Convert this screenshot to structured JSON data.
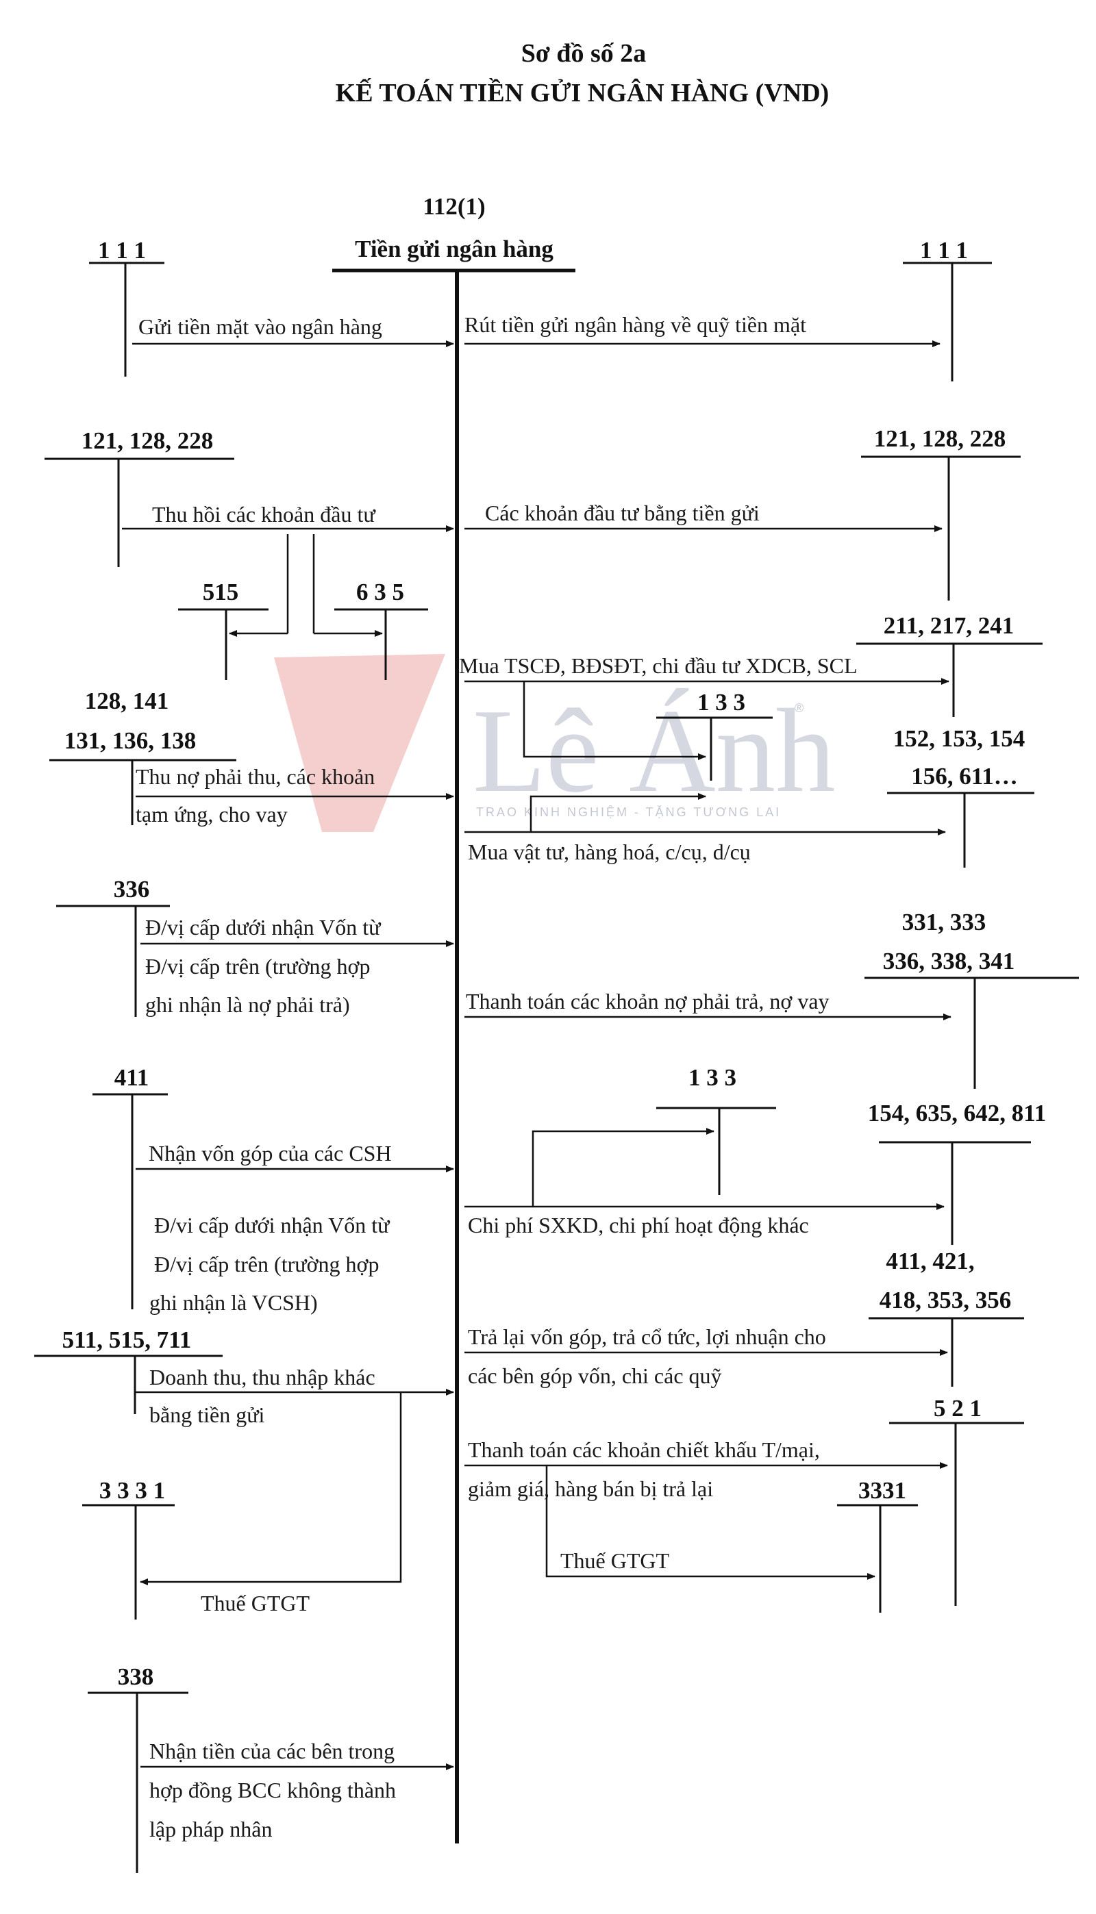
{
  "header": {
    "subtitle": "Sơ đồ số 2a",
    "title": "KẾ TOÁN TIỀN GỬI NGÂN HÀNG (VND)"
  },
  "central_account": {
    "code": "112(1)",
    "name": "Tiền gửi ngân hàng"
  },
  "accounts": {
    "a111_left": "1 1 1",
    "a111_right": "1 1 1",
    "a121_left": "121, 128, 228",
    "a121_right": "121, 128, 228",
    "a515": "515",
    "a635": "6 3 5",
    "a211": "211, 217, 241",
    "a128_141": "128, 141",
    "a131_136_138": "131, 136, 138",
    "a133_top": "1 3 3",
    "a152_153_154": "152, 153, 154",
    "a156_611": "156, 611…",
    "a336": "336",
    "a331_333": "331, 333",
    "a336_338_341": "336, 338, 341",
    "a411": "411",
    "a133_mid": "1 3 3",
    "a154_635_642_811": "154, 635, 642, 811",
    "a411_421": "411, 421,",
    "a418_353_356": "418, 353, 356",
    "a511_515_711": "511, 515, 711",
    "a521": "5 2 1",
    "a3331_left": "3 3 3 1",
    "a3331_right": "3331",
    "a338": "338"
  },
  "flows": {
    "f1": "Gửi tiền mặt vào ngân hàng",
    "f2": "Rút tiền gửi ngân hàng về quỹ tiền mặt",
    "f3": "Thu hồi các khoản đầu tư",
    "f4": "Các khoản đầu tư bằng tiền gửi",
    "f5": "Mua TSCĐ, BĐSĐT, chi đầu tư XDCB, SCL",
    "f6_l1": "Thu nợ phải thu, các khoản",
    "f6_l2": "tạm ứng, cho vay",
    "f7": "Mua vật tư, hàng hoá, c/cụ, d/cụ",
    "f8_l1": "Đ/vị cấp dưới nhận Vốn từ",
    "f8_l2": "Đ/vị cấp trên (trường hợp",
    "f8_l3": "ghi nhận là nợ phải trả)",
    "f9": "Thanh toán các khoản nợ phải trả, nợ vay",
    "f10": "Nhận vốn góp của các CSH",
    "f11": "Chi phí SXKD, chi phí hoạt động khác",
    "f12_l1": "Đ/vi cấp dưới nhận Vốn từ",
    "f12_l2": "Đ/vị cấp trên (trường hợp",
    "f12_l3": "ghi nhận là VCSH)",
    "f13_l1": "Trả lại vốn góp, trả cổ tức, lợi nhuận cho",
    "f13_l2": "các bên góp vốn, chi các quỹ",
    "f14_l1": "Doanh thu, thu nhập khác",
    "f14_l2": "bằng tiền gửi",
    "f15_l1": "Thanh toán các khoản chiết khấu T/mại,",
    "f15_l2": "giảm giá, hàng bán bị trả lại",
    "f16": "Thuế GTGT",
    "f17": "Thuế GTGT",
    "f18_l1": "Nhận tiền của các bên trong",
    "f18_l2": "hợp đồng BCC không thành",
    "f18_l3": "lập pháp nhân"
  },
  "watermark": {
    "brand": "Lê Ánh",
    "registered": "®",
    "slogan": "TRAO KINH NGHIỆM - TẶNG TƯƠNG LAI"
  },
  "colors": {
    "ink": "#111111",
    "watermark_red": "#d9534f",
    "watermark_gray": "#b4bac8"
  }
}
